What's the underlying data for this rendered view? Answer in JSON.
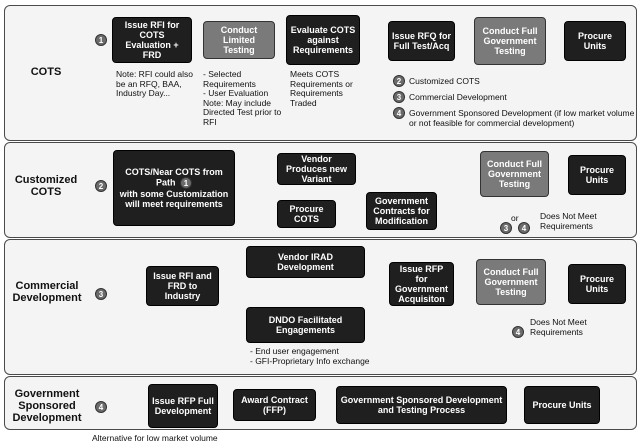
{
  "lanes": [
    {
      "label": "COTS",
      "badge": "1"
    },
    {
      "label": "Customized COTS",
      "badge": "2"
    },
    {
      "label": "Commercial Development",
      "badge": "3"
    },
    {
      "label": "Government Sponsored Development",
      "badge": "4"
    }
  ],
  "cots": {
    "issue_rfi": "Issue RFI for COTS Evaluation + FRD",
    "limited_testing": "Conduct Limited Testing",
    "evaluate": "Evaluate COTS against Requirements",
    "issue_rfq": "Issue RFQ for Full Test/Acq",
    "full_testing": "Conduct Full Government Testing",
    "procure": "Procure Units",
    "note_rfi": "Note: RFI could also be an RFQ, BAA, Industry Day...",
    "note_testing": "- Selected Requirements\n- User Evaluation\nNote: May include Directed Test prior to RFI",
    "note_evaluate": "Meets COTS Requirements or Requirements Traded",
    "outcomes": [
      {
        "badge": "2",
        "text": "Customized COTS"
      },
      {
        "badge": "3",
        "text": "Commercial Development"
      },
      {
        "badge": "4",
        "text": "Government Sponsored Development (if low market volume or not feasible for commercial development)"
      }
    ]
  },
  "customized": {
    "start": "COTS/Near COTS from Path",
    "start_badge": "1",
    "start_rest": "with some Customization will meet requirements",
    "vendor_variant": "Vendor Produces new Variant",
    "procure_cots": "Procure COTS",
    "gov_contracts": "Government Contracts for Modification",
    "full_testing": "Conduct Full Government Testing",
    "procure": "Procure Units",
    "or_label": "or",
    "fail_badge_a": "3",
    "fail_badge_b": "4",
    "fail_text": "Does Not Meet Requirements"
  },
  "commercial": {
    "issue_rfi": "Issue RFI and FRD to Industry",
    "vendor_irad": "Vendor IRAD Development",
    "dndo": "DNDO Facilitated Engagements",
    "issue_rfp": "Issue RFP for Government Acquisiton",
    "full_testing": "Conduct Full Government Testing",
    "procure": "Procure Units",
    "note": "- End user engagement\n- GFI-Proprietary Info exchange",
    "fail_badge": "4",
    "fail_text": "Does Not Meet Requirements"
  },
  "government": {
    "issue_rfp": "Issue RFP Full Development",
    "award": "Award Contract (FFP)",
    "gov_dev": "Government Sponsored Development and Testing Process",
    "procure": "Procure Units",
    "note": "Alternative for low market volume"
  }
}
